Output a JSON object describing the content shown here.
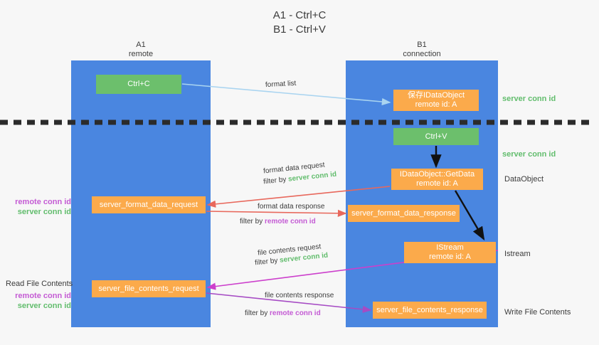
{
  "title": {
    "line1": "A1 - Ctrl+C",
    "line2": "B1 - Ctrl+V"
  },
  "columns": {
    "a": {
      "name": "A1",
      "role": "remote"
    },
    "b": {
      "name": "B1",
      "role": "connection"
    }
  },
  "boxes": {
    "ctrl_c": {
      "label": "Ctrl+C",
      "color": "#6cbf6c"
    },
    "idataobject": {
      "line1": "保存IDataObject",
      "line2": "remote id: A",
      "color": "#fbaa4b"
    },
    "ctrl_v": {
      "label": "Ctrl+V",
      "color": "#6cbf6c"
    },
    "getdata": {
      "line1": "IDataObject::GetData",
      "line2": "remote id: A",
      "color": "#fbaa4b"
    },
    "istream": {
      "line1": "IStream",
      "line2": "remote id: A",
      "color": "#fbaa4b"
    },
    "server_format_data_request": {
      "label": "server_format_data_request",
      "color": "#fbaa4b"
    },
    "server_format_data_response": {
      "label": "server_format_data_response",
      "color": "#fbaa4b"
    },
    "server_file_contents_request": {
      "label": "server_file_contents_request",
      "color": "#fbaa4b"
    },
    "server_file_contents_response": {
      "label": "server_file_contents_response",
      "color": "#fbaa4b"
    }
  },
  "arrow_labels": {
    "format_list": "format list",
    "format_data_request": "format data request",
    "format_data_request_filter_prefix": "filter by ",
    "format_data_request_filter_key": "server conn id",
    "format_data_response": "format data response",
    "format_data_response_filter_prefix": "filter by ",
    "format_data_response_filter_key": "remote conn id",
    "file_contents_request": "file contents request",
    "file_contents_request_filter_prefix": "filter by ",
    "file_contents_request_filter_key": "server conn id",
    "file_contents_response": "file contents response",
    "file_contents_response_filter_prefix": "filter by ",
    "file_contents_response_filter_key": "remote conn id"
  },
  "right_labels": {
    "server_conn_id_top": "server conn id",
    "server_conn_id_mid": "server conn id",
    "dataobject": "DataObject",
    "istream": "Istream",
    "write_file_contents": "Write File Contents"
  },
  "left_labels": {
    "remote_conn_id_1": "remote conn id",
    "server_conn_id_1": "server conn id",
    "read_file_contents": "Read File Contents",
    "remote_conn_id_2": "remote conn id",
    "server_conn_id_2": "server conn id"
  },
  "colors": {
    "lane": "#4a86e0",
    "green": "#6cbf6c",
    "orange": "#fbaa4b",
    "green_text": "#62bd6d",
    "magenta_text": "#c45bd4",
    "red_arrow": "#e8685c",
    "magenta_arrow": "#cc3fcc",
    "purple_arrow": "#a64bc4",
    "lightblue_arrow": "#a9d4f0",
    "black": "#2b2b2b",
    "background": "#f7f7f7"
  }
}
